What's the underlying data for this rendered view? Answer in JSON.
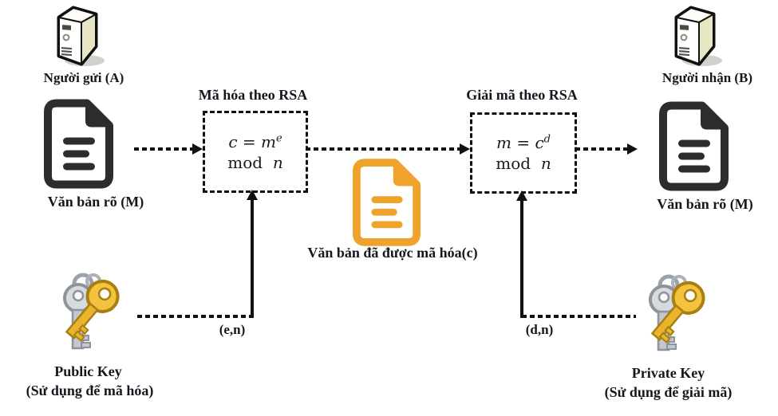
{
  "sender": {
    "label": "Người gửi (A)"
  },
  "receiver": {
    "label": "Người nhận (B)"
  },
  "plaintext_source": {
    "label": "Văn bản rõ (M)"
  },
  "plaintext_result": {
    "label": "Văn bản rõ (M)"
  },
  "ciphertext": {
    "label": "Văn bản đã được mã hóa(c)"
  },
  "encrypt": {
    "title": "Mã hóa theo RSA",
    "formula": {
      "lhs": "c",
      "eq": "=",
      "base": "m",
      "exp": "e",
      "mod": "mod",
      "mod_var": "n"
    }
  },
  "decrypt": {
    "title": "Giải mã theo RSA",
    "formula": {
      "lhs": "m",
      "eq": "=",
      "base": "c",
      "exp": "d",
      "mod": "mod",
      "mod_var": "n"
    }
  },
  "public_key": {
    "name": "Public Key",
    "usage": "(Sử dụng để mã hóa)",
    "params": "(e,n)"
  },
  "private_key": {
    "name": "Private Key",
    "usage": "(Sử dụng để giải mã)",
    "params": "(d,n)"
  },
  "colors": {
    "ciphertext_orange": "#EFA32D",
    "document_dark": "#2D2D2D",
    "line_black": "#111111",
    "text_dark": "#16161E",
    "key_gold": "#F3C33F",
    "key_silver": "#C9CDD4"
  },
  "icons": {
    "sender": "server-icon",
    "receiver": "server-icon",
    "plaintext": "document-icon",
    "ciphertext": "encrypted-document-icon",
    "public_key": "keys-icon",
    "private_key": "keys-icon"
  }
}
